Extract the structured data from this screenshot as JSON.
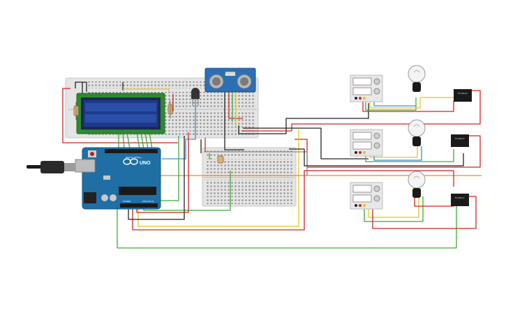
{
  "ultrasonic": {
    "model": "HC-SR04"
  },
  "arduino": {
    "brand": "UNO",
    "digital_label": "DIGITAL (PWM~)",
    "power_label": "POWER",
    "analog_label": "ANALOG IN"
  },
  "relays": [
    {
      "label": "5V RELAY"
    },
    {
      "label": "5V RELAY"
    },
    {
      "label": "5V RELAY"
    }
  ],
  "wire_colors": {
    "red": "#d42323",
    "black": "#222222",
    "yellow": "#e8c21a",
    "green": "#3aaa3a",
    "blue": "#3a8ed4",
    "orange": "#f08a1c",
    "gray": "#8a8a8a"
  },
  "component_colors": {
    "arduino_board": "#1f6fa5",
    "lcd_screen": "#1d3a8c",
    "lcd_pcb": "#2f8a2f",
    "breadboard": "#e4e4e4",
    "sensor_board": "#2c6fb5",
    "bulb_glass": "#f4f4f4",
    "relay_body": "#1a1a1a"
  },
  "icons": [
    "usb-cable-icon",
    "bulb-icon",
    "power-supply-icon",
    "relay-icon",
    "ultrasonic-sensor-icon",
    "lcd-icon",
    "temperature-sensor-icon",
    "resistor-icon"
  ]
}
